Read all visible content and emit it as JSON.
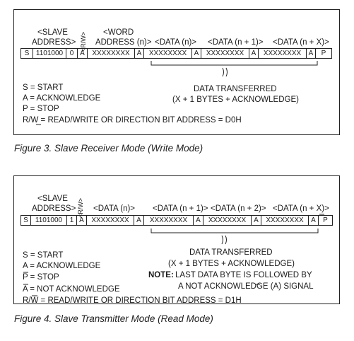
{
  "figure3": {
    "labels": {
      "slave_line1": "<SLAVE",
      "slave_line2": "ADDRESS>",
      "rw": "<R/W>",
      "word_line1": "<WORD",
      "word_line2": "ADDRESS (n)>",
      "data_n": "<DATA (n)>",
      "data_n1": "<DATA (n + 1)>",
      "data_nx": "<DATA (n + X)>"
    },
    "cells": [
      "S",
      "1101000",
      "0",
      "A",
      "XXXXXXXX",
      "A",
      "XXXXXXXX",
      "A",
      "XXXXXXXX",
      "A",
      "XXXXXXXX",
      "A",
      "P"
    ],
    "transfer_line1": "DATA TRANSFERRED",
    "transfer_line2": "(X + 1 BYTES + ACKNOWLEDGE)",
    "legend": [
      "S = START",
      "A = ACKNOWLEDGE",
      "P = STOP",
      "R/W = READ/WRITE OR DIRECTION BIT ADDRESS = D0H"
    ],
    "caption": "Figure 3. Slave Receiver Mode (Write Mode)"
  },
  "figure4": {
    "labels": {
      "slave_line1": "<SLAVE",
      "slave_line2": "ADDRESS>",
      "rw": "<R/W>",
      "data_n": "<DATA (n)>",
      "data_n1": "<DATA (n + 1)>",
      "data_n2": "<DATA (n + 2)>",
      "data_nx": "<DATA (n + X)>"
    },
    "cells": [
      "S",
      "1101000",
      "1",
      "A",
      "XXXXXXXX",
      "A",
      "XXXXXXXX",
      "A",
      "XXXXXXXX",
      "A",
      "XXXXXXXX",
      "A",
      "P"
    ],
    "transfer_line1": "DATA TRANSFERRED",
    "transfer_line2": "(X + 1 BYTES + ACKNOWLEDGE)",
    "note_label": "NOTE:",
    "note_line1": "LAST DATA BYTE IS FOLLOWED BY",
    "note_line2": "A NOT ACKNOWLEDGE (A) SIGNAL",
    "legend": [
      "S = START",
      "A = ACKNOWLEDGE",
      "P = STOP",
      "A = NOT ACKNOWLEDGE",
      "R/W = READ/WRITE OR DIRECTION BIT ADDRESS = D1H"
    ],
    "caption": "Figure 4. Slave Transmitter Mode (Read Mode)"
  }
}
